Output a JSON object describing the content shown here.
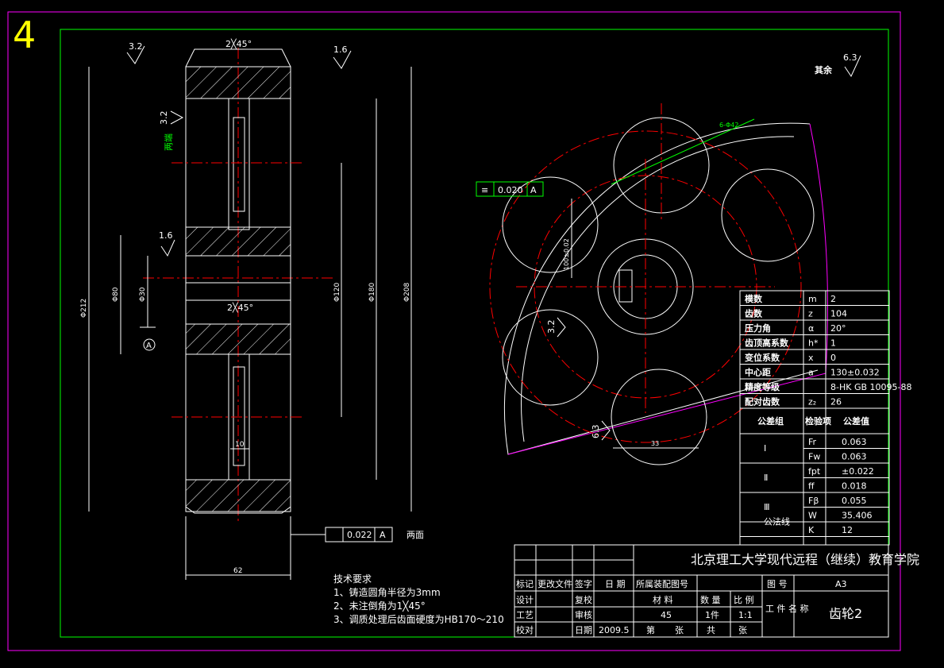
{
  "sheet_number": "4",
  "roughness": {
    "top_left": "3.2",
    "top_right": "1.6",
    "side": "3.2",
    "bore": "1.6",
    "gear_view_1": "3.2",
    "gear_view_2": "6.3",
    "other_label": "其余",
    "other_value": "6.3"
  },
  "labels": {
    "chamfer_top": "2╳45°",
    "chamfer_mid": "2╳45°",
    "both_ends_side": "两端",
    "both_faces": "两面",
    "datum_a": "A",
    "dim_outer": "Φ212",
    "dim_hub": "Φ80",
    "dim_bore": "Φ30",
    "dim_web": "Φ120",
    "dim_rim": "Φ180",
    "dim_tip": "Φ208",
    "dim_web_thick": "10",
    "dim_width": "62",
    "dim_keyway": "33",
    "dim_holes_pcd": "100±0.02",
    "dim_holes": "6-Φ42",
    "symmetry_tol": "0.020",
    "symmetry_ref": "A",
    "runout_tol": "0.022",
    "runout_ref": "A"
  },
  "tech_req": {
    "title": "技术要求",
    "items": [
      "1、铸造圆角半径为3mm",
      "2、未注倒角为1╳45°",
      "3、调质处理后齿面硬度为HB170～210"
    ]
  },
  "params": [
    {
      "name": "模数",
      "sym": "m",
      "val": "2"
    },
    {
      "name": "齿数",
      "sym": "z",
      "val": "104"
    },
    {
      "name": "压力角",
      "sym": "α",
      "val": "20°"
    },
    {
      "name": "齿顶高系数",
      "sym": "h*",
      "val": "1"
    },
    {
      "name": "变位系数",
      "sym": "x",
      "val": "0"
    },
    {
      "name": "中心距",
      "sym": "a",
      "val": "130±0.032"
    },
    {
      "name": "精度等级",
      "sym": "",
      "val": "8-HK GB 10095-88"
    },
    {
      "name": "配对齿数",
      "sym": "z₂",
      "val": "26"
    }
  ],
  "tol_header": {
    "group": "公差组",
    "item": "检验项",
    "value": "公差值"
  },
  "tol_rows": [
    {
      "group": "Ⅰ",
      "sym": "Fr",
      "val": "0.063"
    },
    {
      "group": "",
      "sym": "Fw",
      "val": "0.063"
    },
    {
      "group": "Ⅱ",
      "sym": "fpt",
      "val": "±0.022"
    },
    {
      "group": "",
      "sym": "ff",
      "val": "0.018"
    },
    {
      "group": "Ⅲ",
      "sym": "Fβ",
      "val": "0.055"
    },
    {
      "group": "公法线",
      "sym": "W",
      "val": "35.406"
    },
    {
      "group": "",
      "sym": "K",
      "val": "12"
    }
  ],
  "title_block": {
    "school": "北京理工大学现代远程（继续）教育学院",
    "row1": [
      "标记",
      "更改文件",
      "签字",
      "日 期",
      "所属装配图号",
      "图 号",
      "A3"
    ],
    "row2": [
      "设计",
      "复校",
      "材 料",
      "数 量",
      "比 例"
    ],
    "row3": [
      "工艺",
      "审核",
      "45",
      "1件",
      "1:1"
    ],
    "row4": [
      "校对",
      "日期",
      "2009.5",
      "第",
      "张",
      "共",
      "张"
    ],
    "work_name_label": "工 件 名 称",
    "part_name": "齿轮2"
  }
}
